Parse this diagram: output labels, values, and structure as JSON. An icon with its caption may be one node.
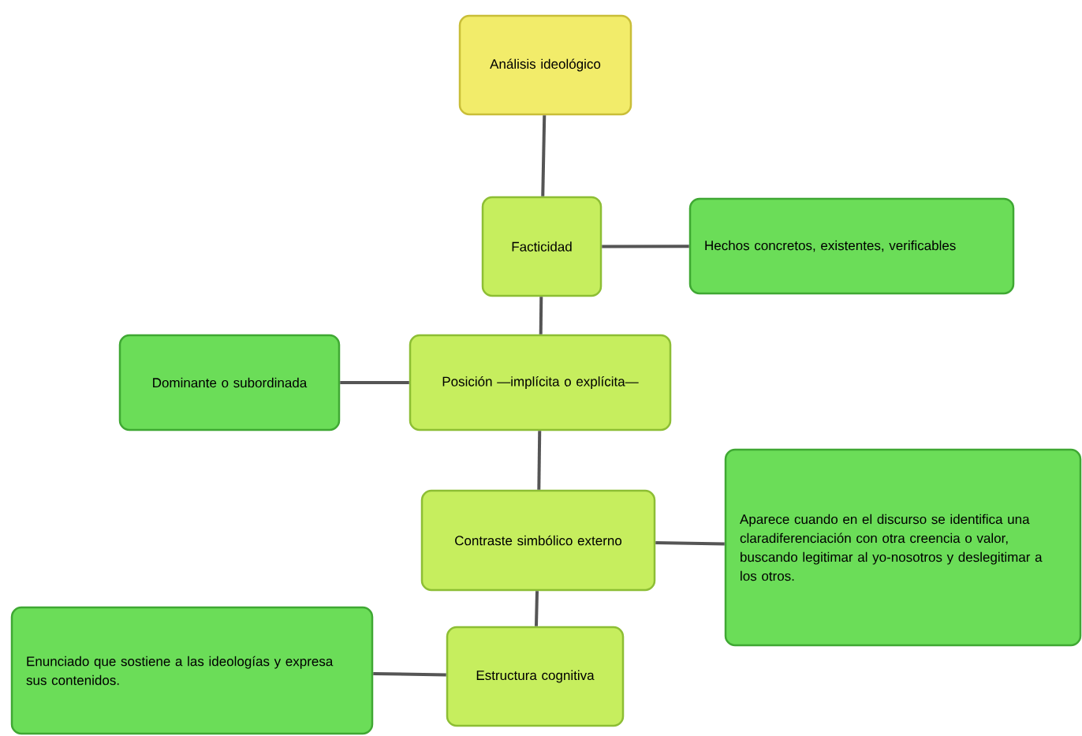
{
  "diagram": {
    "nodes": [
      {
        "text": [
          "Análisis ideológico"
        ]
      },
      {
        "text": [
          "Facticidad"
        ]
      },
      {
        "text": [
          "Hechos concretos, existentes, verificables"
        ]
      },
      {
        "text": [
          "Dominante o subordinada"
        ]
      },
      {
        "text": [
          "Posición —implícita o explícita—"
        ]
      },
      {
        "text": [
          "Contraste simbólico externo"
        ]
      },
      {
        "text": [
          "Aparece cuando en el discurso se identifica una claradiferenciación con otra creencia o valor, buscando legitimar al yo-nosotros y deslegitimar a los otros."
        ]
      },
      {
        "text": [
          "Enunciado que sostiene a las ideologías y expresa sus contenidos."
        ]
      },
      {
        "text": [
          "Estructura cognitiva"
        ]
      }
    ],
    "edges": [
      {
        "from": 0,
        "to": 1,
        "arrow": "none"
      },
      {
        "from": 1,
        "to": 2,
        "arrow": "none"
      },
      {
        "from": 1,
        "to": 4,
        "arrow": "none"
      },
      {
        "from": 4,
        "to": 3,
        "arrow": "none"
      },
      {
        "from": 4,
        "to": 5,
        "arrow": "none"
      },
      {
        "from": 5,
        "to": 6,
        "arrow": "none"
      },
      {
        "from": 5,
        "to": 8,
        "arrow": "none"
      },
      {
        "from": 8,
        "to": 7,
        "arrow": "none"
      }
    ]
  }
}
